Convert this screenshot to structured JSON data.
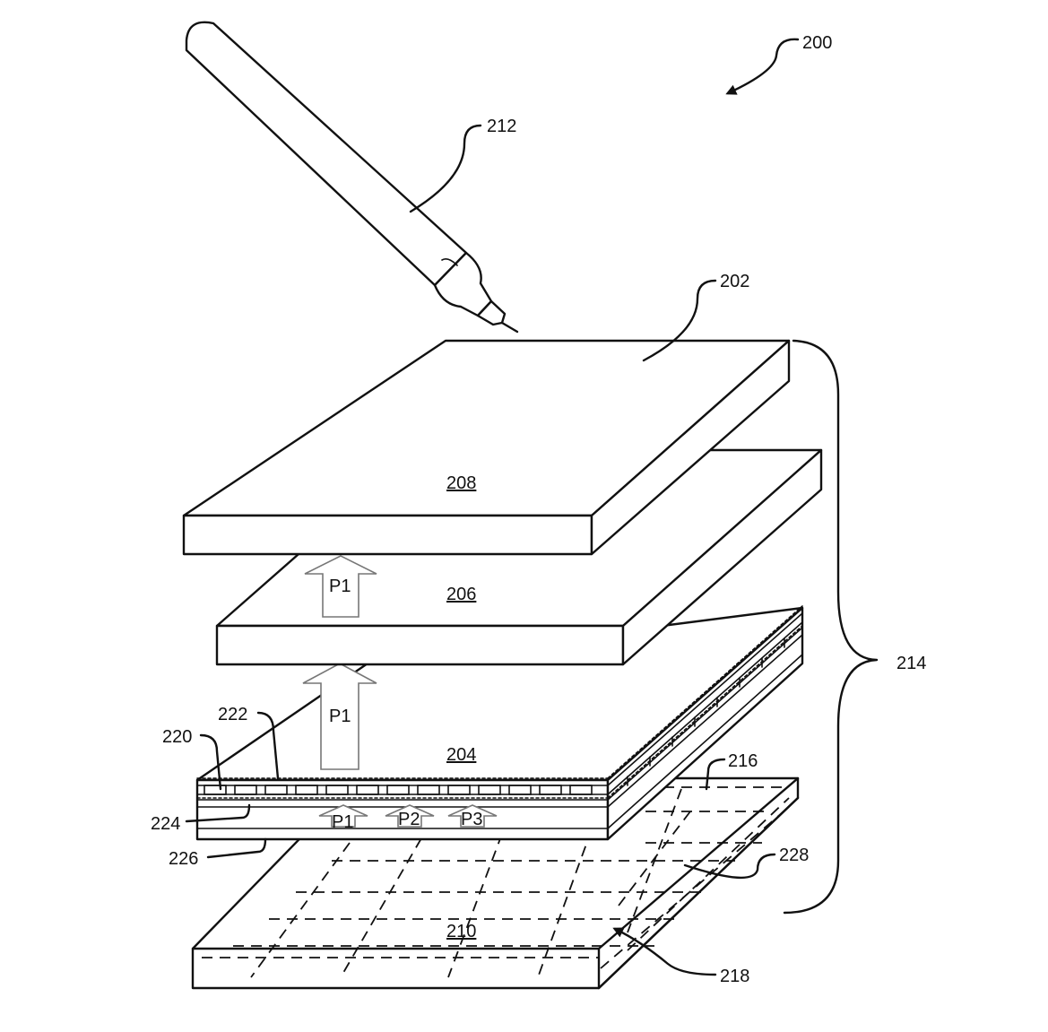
{
  "labels": {
    "r200": "200",
    "r212": "212",
    "r202": "202",
    "r214": "214",
    "r208": "208",
    "r206": "206",
    "r204": "204",
    "r210": "210",
    "r216": "216",
    "r218": "218",
    "r220": "220",
    "r222": "222",
    "r224": "224",
    "r226": "226",
    "r228": "228"
  },
  "arrows": {
    "p1_upper": "P1",
    "p1_lower": "P1",
    "p1_small": "P1",
    "p2_small": "P2",
    "p3_small": "P3"
  }
}
